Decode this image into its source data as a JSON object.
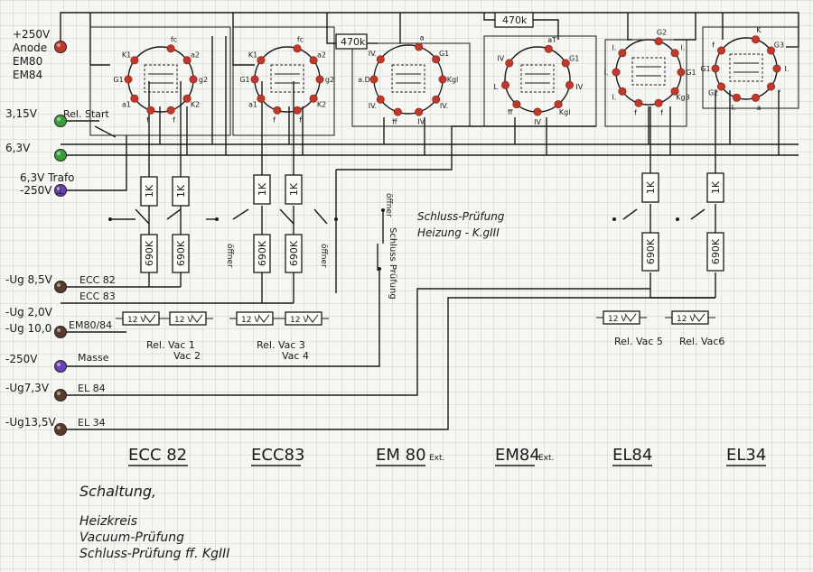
{
  "terminals": [
    {
      "id": "anode",
      "lines": [
        "+250V",
        "Anode",
        "EM80",
        "EM84"
      ],
      "color": "#c0392b"
    },
    {
      "id": "heat315",
      "lines": [
        "3,15V"
      ],
      "color": "#3a9d3a"
    },
    {
      "id": "heat63",
      "lines": [
        "6,3V"
      ],
      "color": "#3a9d3a"
    },
    {
      "id": "trafo",
      "lines": [
        "6,3V Trafo",
        "-250V ⊥"
      ],
      "color": "#6a3fb5"
    },
    {
      "id": "ug85",
      "lines": [
        "-Ug 8,5V"
      ],
      "color": "#5a3a2a"
    },
    {
      "id": "ug20",
      "lines": [
        "-Ug 2,0V",
        "-Ug 10,0"
      ],
      "color": "#5a3a2a"
    },
    {
      "id": "masse",
      "lines": [
        "-250V"
      ],
      "color": "#6a3fb5"
    },
    {
      "id": "ug73",
      "lines": [
        "-Ug7,3V"
      ],
      "color": "#5a3a2a"
    },
    {
      "id": "ug135",
      "lines": [
        "-Ug13,5V"
      ],
      "color": "#5a3a2a"
    }
  ],
  "labels": {
    "rel_start": "Rel. Start",
    "ecc82": "ECC 82",
    "ecc83": "ECC 83",
    "em80_84": "EM80/84",
    "masse": "Masse",
    "el84": "EL 84",
    "el34": "EL 34",
    "r470k_a": "470k",
    "r470k_b": "470k",
    "r1k": "1K",
    "r690k": "690K",
    "relay": "12 V",
    "oeffner": "öffner",
    "schluss_pruefung": "Schluss-Prüfung",
    "heizung": "Heizung - K.gIII",
    "schluss_vert": "Schluss Prüfung",
    "rel_vac12": [
      "Rel. Vac 1",
      "Vac 2"
    ],
    "rel_vac34": [
      "Rel. Vac 3",
      "Vac 4"
    ],
    "rel_vac5": "Rel. Vac 5",
    "rel_vac6": "Rel. Vac6"
  },
  "tube_pins": {
    "ecc": [
      "fc",
      "a2",
      "g2",
      "K2",
      "f",
      "f",
      "a1",
      "G1",
      "K1"
    ],
    "em80": [
      "a",
      "G1",
      "Kgl",
      "IV.",
      "IV.",
      "ff",
      "IV.",
      "a.D",
      "IV."
    ],
    "em84": [
      "aT",
      "G1",
      "IV",
      "Kgl",
      "IV",
      "ff",
      "L",
      "IV"
    ],
    "el84": [
      "G2",
      "I.",
      "G1",
      "Kg3",
      "f",
      "f",
      "I.",
      "I.",
      "I."
    ],
    "el34": [
      "K",
      "G3",
      "I.",
      "f",
      "a",
      "I.",
      "G2",
      "G1",
      "f"
    ]
  },
  "bottom_titles": [
    {
      "text": "ECC 82",
      "suffix": ""
    },
    {
      "text": "ECC83",
      "suffix": ""
    },
    {
      "text": "EM 80",
      "suffix": "Ext."
    },
    {
      "text": "EM84",
      "suffix": "Ext."
    },
    {
      "text": "EL84",
      "suffix": ""
    },
    {
      "text": "EL34",
      "suffix": ""
    }
  ],
  "notes": {
    "title": "Schaltung,",
    "lines": [
      "Heizkreis",
      "Vacuum-Prüfung",
      "Schluss-Prüfung ff. KgIII"
    ]
  }
}
